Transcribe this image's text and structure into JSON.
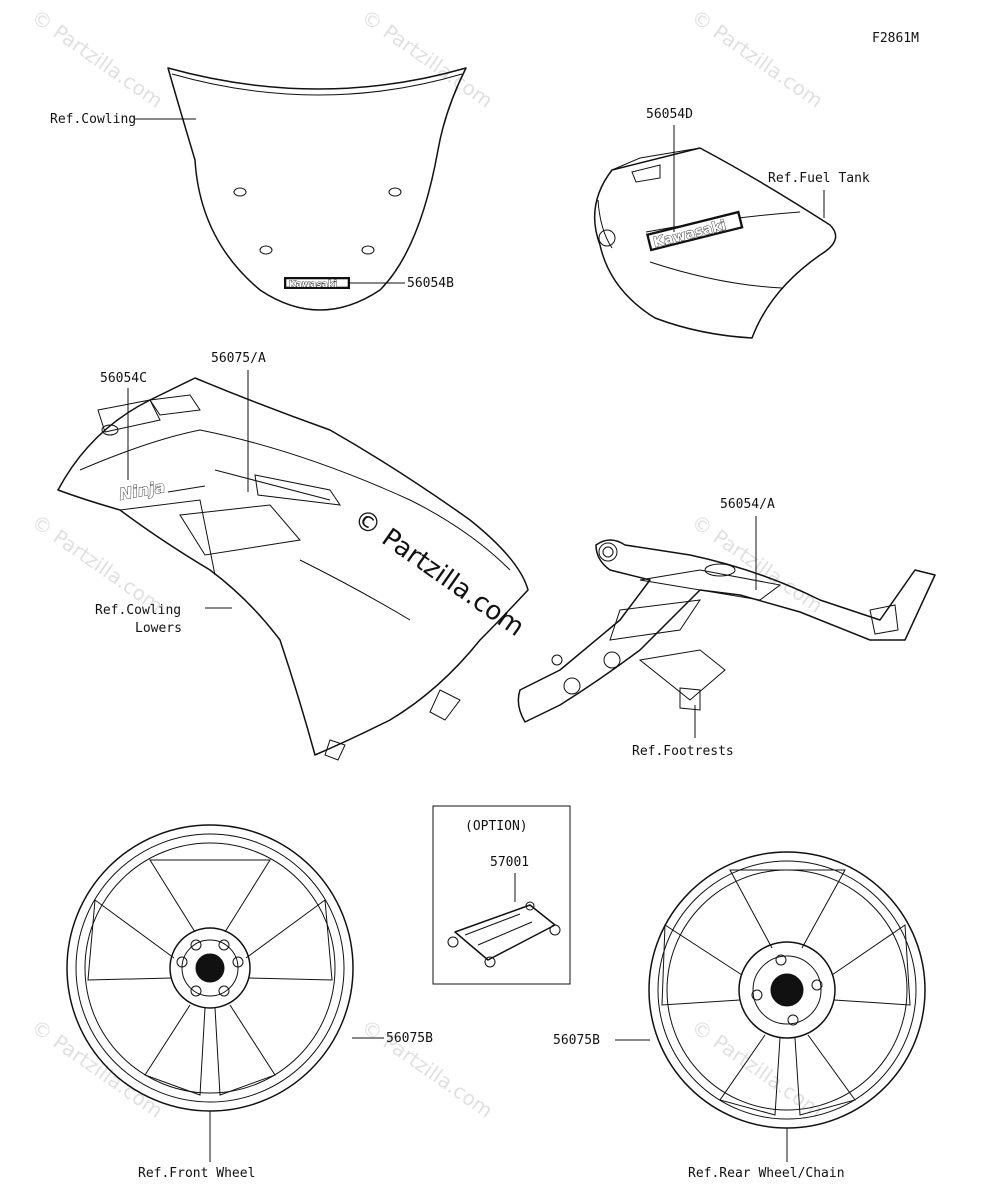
{
  "figure_code": "F2861M",
  "watermark": "© Partzilla.com",
  "labels": {
    "ref_cowling": "Ref.Cowling",
    "part_56054B": "56054B",
    "part_56054D": "56054D",
    "ref_fuel_tank": "Ref.Fuel Tank",
    "part_56054C": "56054C",
    "part_56075A": "56075/A",
    "ref_cowling_lowers_1": "Ref.Cowling",
    "ref_cowling_lowers_2": "Lowers",
    "part_56054A": "56054/A",
    "ref_footrests": "Ref.Footrests",
    "option": "(OPTION)",
    "part_57001": "57001",
    "part_56075B_front": "56075B",
    "part_56075B_rear": "56075B",
    "ref_front_wheel": "Ref.Front Wheel",
    "ref_rear_wheel": "Ref.Rear Wheel/Chain"
  },
  "decals": {
    "kawasaki": "Kawasaki",
    "ninja": "Ninja"
  }
}
